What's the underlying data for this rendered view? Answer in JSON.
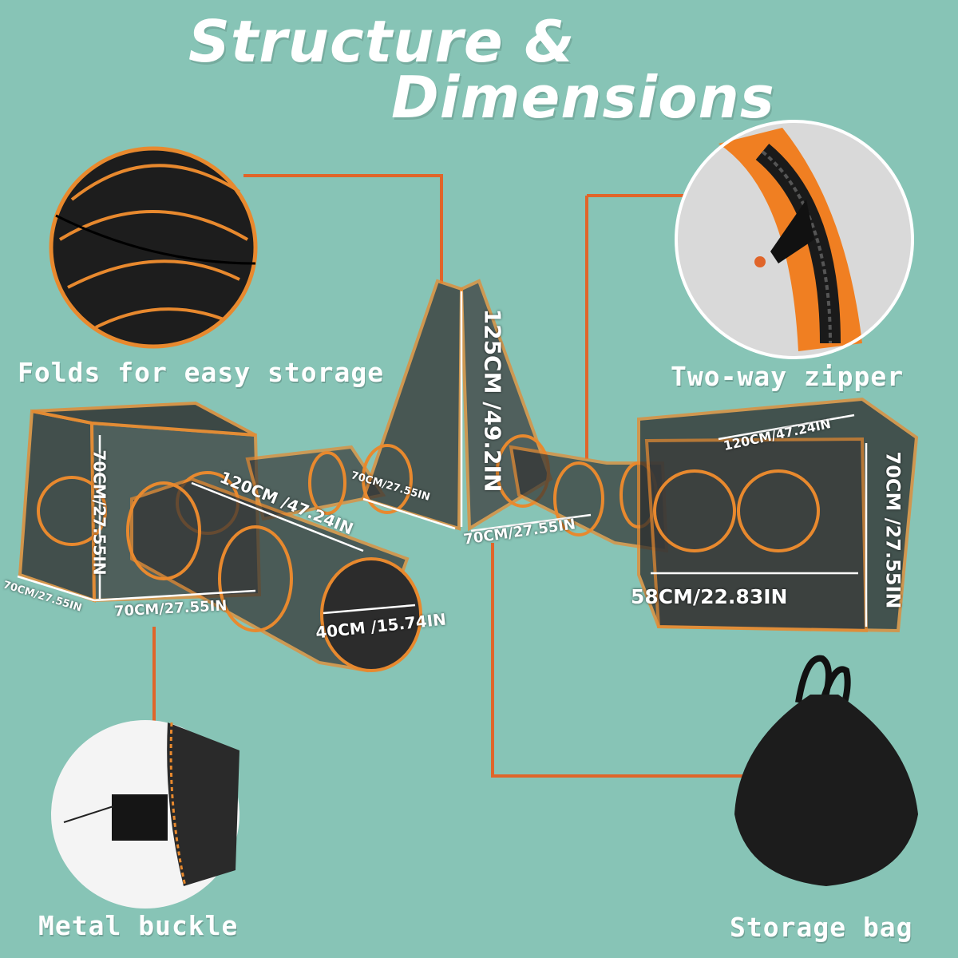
{
  "title": {
    "line1": "Structure &",
    "line2": "Dimensions"
  },
  "captions": {
    "fold": "Folds for easy storage",
    "zipper": "Two-way zipper",
    "buckle": "Metal buckle",
    "bag": "Storage bag"
  },
  "dimensions": {
    "tent_height": "125CM /49.2IN",
    "tent_base": "70CM/27.55IN",
    "tent_base_front": "70CM/27.55IN",
    "left_cube_height": "70CM/27.55IN",
    "left_cube_width": "70CM/27.55IN",
    "left_cube_depth": "70CM/27.55IN",
    "tunnel_length": "120CM /47.24IN",
    "tunnel_diameter": "40CM /15.74IN",
    "right_cube_length": "120CM/47.24IN",
    "right_cube_height": "70CM /27.55IN",
    "right_cube_width": "58CM/22.83IN"
  },
  "colors": {
    "background": "#87c4b6",
    "accent": "#e0652a",
    "trim": "#e8892e",
    "mesh": "#2b2b2b"
  }
}
